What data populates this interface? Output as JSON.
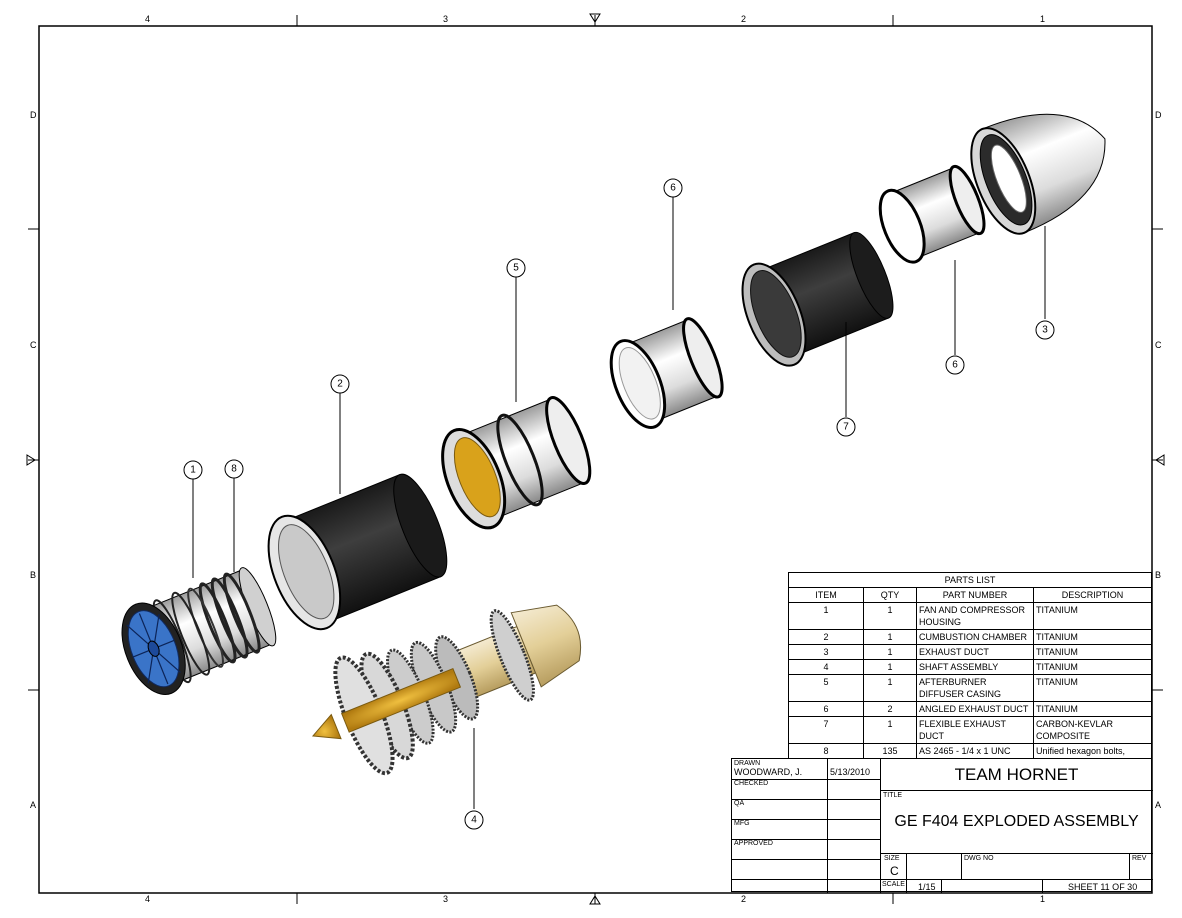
{
  "zones": {
    "top_cols": [
      "4",
      "3",
      "2",
      "1"
    ],
    "bottom_cols": [
      "4",
      "3",
      "2",
      "1"
    ],
    "left_rows": [
      "D",
      "C",
      "B",
      "A"
    ],
    "right_rows": [
      "D",
      "C",
      "B",
      "A"
    ]
  },
  "callouts": [
    "1",
    "8",
    "2",
    "5",
    "6",
    "7",
    "6",
    "3",
    "4"
  ],
  "colors": {
    "fan_blue": "#3a74c8",
    "gold": "#d9a21b",
    "dark_gray": "#2b2b2b",
    "silver": "#e8e8e8",
    "beige": "#ead9a8"
  },
  "parts_list": {
    "title": "PARTS LIST",
    "headers": [
      "ITEM",
      "QTY",
      "PART NUMBER",
      "DESCRIPTION"
    ],
    "rows": [
      {
        "item": "1",
        "qty": "1",
        "part": "FAN AND COMPRESSOR HOUSING",
        "desc": "TITANIUM"
      },
      {
        "item": "2",
        "qty": "1",
        "part": "CUMBUSTION CHAMBER",
        "desc": "TITANIUM"
      },
      {
        "item": "3",
        "qty": "1",
        "part": "EXHAUST DUCT",
        "desc": "TITANIUM"
      },
      {
        "item": "4",
        "qty": "1",
        "part": "SHAFT ASSEMBLY",
        "desc": "TITANIUM"
      },
      {
        "item": "5",
        "qty": "1",
        "part": "AFTERBURNER DIFFUSER CASING",
        "desc": "TITANIUM"
      },
      {
        "item": "6",
        "qty": "2",
        "part": "ANGLED EXHAUST DUCT",
        "desc": "TITANIUM"
      },
      {
        "item": "7",
        "qty": "1",
        "part": "FLEXIBLE EXHAUST DUCT",
        "desc": "CARBON-KEVLAR COMPOSITE"
      },
      {
        "item": "8",
        "qty": "135",
        "part": "AS 2465 - 1/4 x 1  UNC",
        "desc": "Unified hexagon bolts, screws and nuts (UNC and UNF threads)"
      }
    ]
  },
  "title_block": {
    "drawn_label": "DRAWN",
    "drawn_by": "WOODWARD, J.",
    "drawn_date": "5/13/2010",
    "checked_label": "CHECKED",
    "qa_label": "QA",
    "mfg_label": "MFG",
    "approved_label": "APPROVED",
    "company": "TEAM HORNET",
    "title_label": "TITLE",
    "title": "GE F404 EXPLODED ASSEMBLY",
    "size_label": "SIZE",
    "size": "C",
    "dwg_label": "DWG NO",
    "rev_label": "REV",
    "scale_label": "SCALE",
    "scale": "1/15",
    "sheet": "SHEET 11 OF 30"
  }
}
